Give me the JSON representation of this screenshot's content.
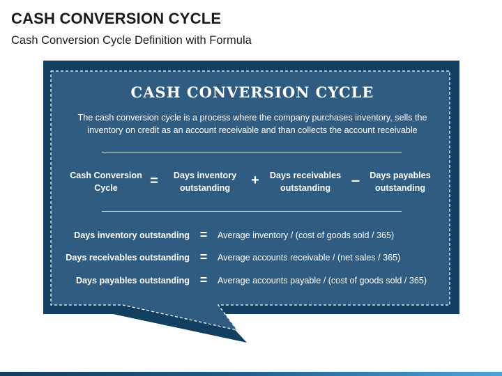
{
  "header": {
    "title": "CASH CONVERSION CYCLE",
    "subtitle": "Cash Conversion Cycle Definition with Formula"
  },
  "card": {
    "title": "CASH CONVERSION CYCLE",
    "description": "The cash conversion cycle is a process where the company purchases inventory, sells the inventory on credit as an account receivable and than collects the account receivable",
    "equation": {
      "result": "Cash Conversion Cycle",
      "equals": "=",
      "term1": "Days inventory outstanding",
      "plus": "+",
      "term2": "Days receivables outstanding",
      "minus": "–",
      "term3": "Days payables outstanding"
    },
    "definitions": [
      {
        "label": "Days inventory outstanding",
        "eq": "=",
        "formula": "Average inventory / (cost of goods sold / 365)"
      },
      {
        "label": "Days receivables outstanding",
        "eq": "=",
        "formula": "Average accounts receivable / (net sales / 365)"
      },
      {
        "label": "Days payables outstanding",
        "eq": "=",
        "formula": "Average accounts payable / (cost of goods sold / 365)"
      }
    ]
  },
  "colors": {
    "frame": "#123e5f",
    "panel": "#2f5c80",
    "dashed_border": "#ffffff",
    "accent_bar": "#4ba3dc"
  }
}
